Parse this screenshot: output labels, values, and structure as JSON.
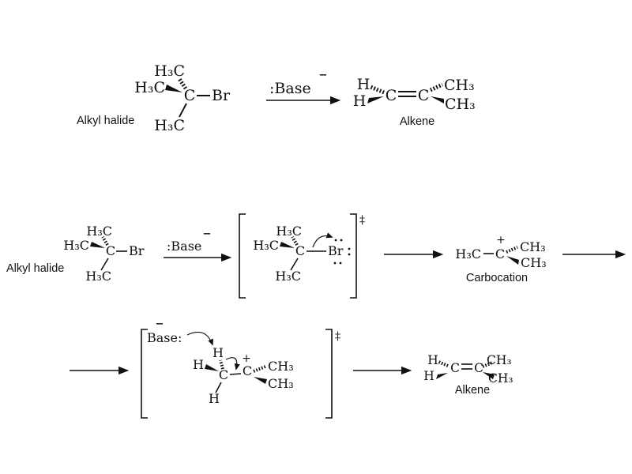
{
  "overall_reaction": {
    "reactant_label": "Alkyl halide",
    "reagent": ":Base",
    "reagent_charge": "−",
    "product_label": "Alkene"
  },
  "mechanism": {
    "reactant_label": "Alkyl halide",
    "reagent": ":Base",
    "reagent_charge": "−",
    "ts_symbol": "‡",
    "intermediate_label": "Carbocation",
    "base_label": "Base:",
    "base_charge": "−",
    "product_label": "Alkene"
  },
  "atoms": {
    "methyl_left": "H₃C",
    "methyl_right": "CH₃",
    "carbon": "C",
    "hydrogen": "H",
    "bromine": "Br"
  },
  "charges": {
    "plus": "+"
  }
}
